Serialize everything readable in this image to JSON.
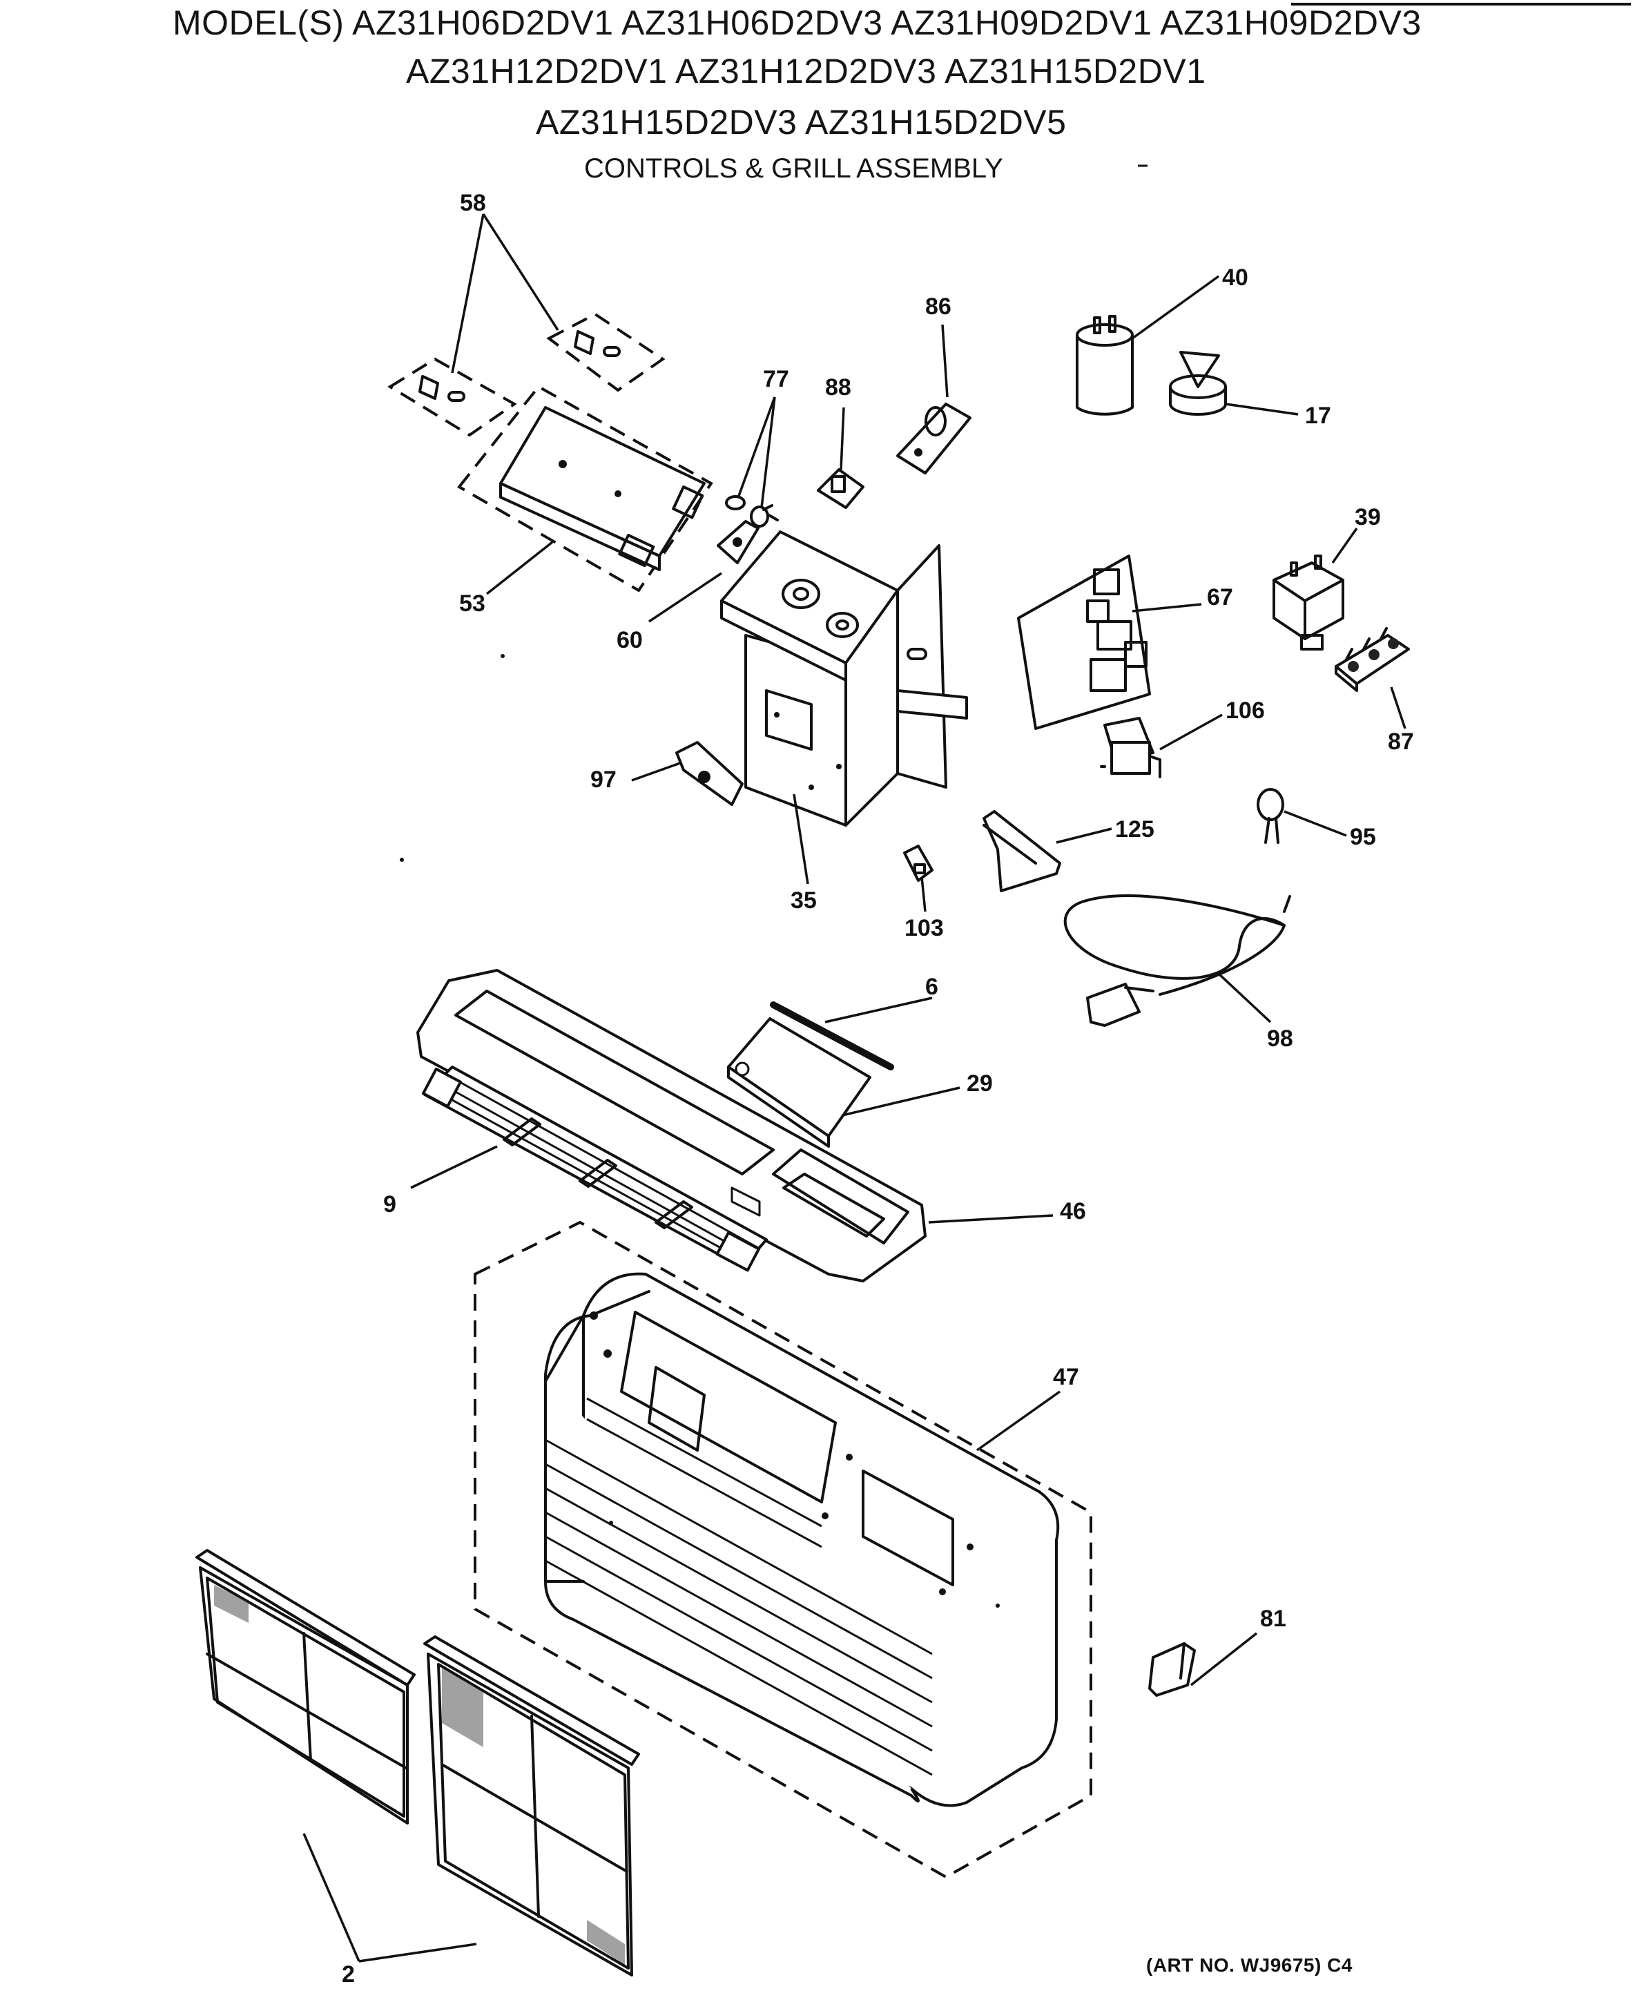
{
  "header": {
    "line1": "MODEL(S) AZ31H06D2DV1  AZ31H06D2DV3  AZ31H09D2DV1  AZ31H09D2DV3",
    "line2": "AZ31H12D2DV1  AZ31H12D2DV3  AZ31H15D2DV1",
    "line3": "AZ31H15D2DV3  AZ31H15D2DV5",
    "subtitle": "CONTROLS & GRILL ASSEMBLY"
  },
  "footer": {
    "art_number": "(ART NO. WJ9675) C4"
  },
  "callouts": [
    "58",
    "40",
    "86",
    "77",
    "88",
    "17",
    "39",
    "67",
    "53",
    "60",
    "87",
    "106",
    "97",
    "125",
    "95",
    "35",
    "103",
    "6",
    "98",
    "29",
    "9",
    "46",
    "47",
    "81",
    "2"
  ],
  "parts": [
    "switch-knob-pair",
    "control-board-bracket",
    "screw-washer",
    "switch-lever",
    "component-88",
    "thermostat-86",
    "capacitor-40",
    "capacitor-bracket-17",
    "relay-39",
    "electronic-control-board-67",
    "terminal-block-87",
    "transformer-106",
    "bracket-97",
    "control-box-35",
    "clip-103",
    "bracket-125",
    "thermistor-95",
    "power-cord-98",
    "rod-6",
    "display-29",
    "discharge-grille-9",
    "grille-frame-46",
    "front-cabinet-47",
    "clip-81",
    "air-filter-2"
  ]
}
